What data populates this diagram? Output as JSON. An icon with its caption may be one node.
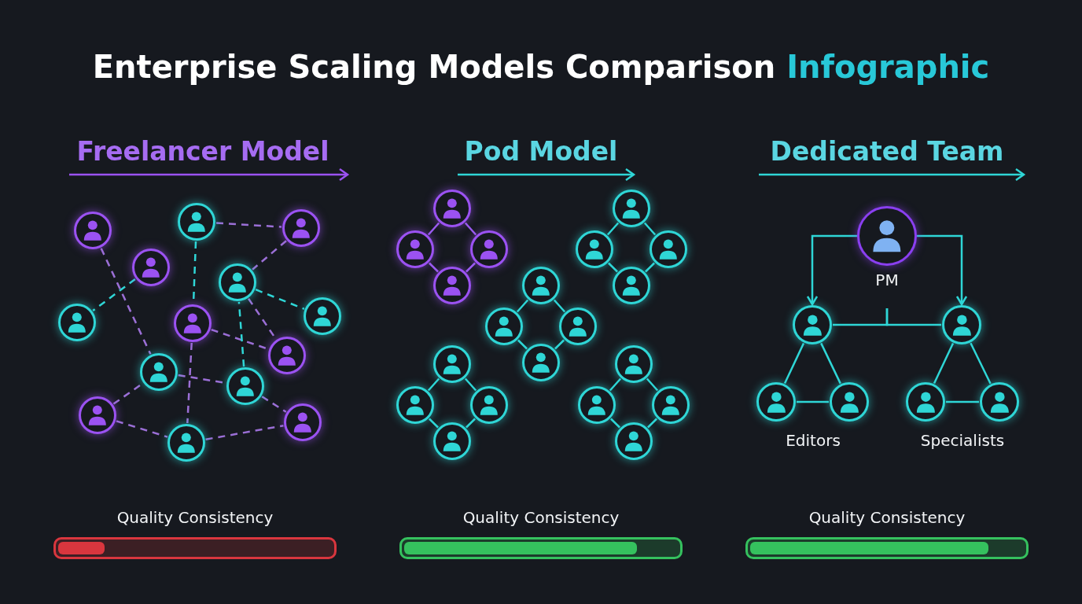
{
  "diagram": {
    "title": "Enterprise Scaling Models Comparison Infographic",
    "nodes": [
      {
        "text": [],
        "shape": "person"
      },
      {
        "text": [],
        "shape": "person"
      },
      {
        "text": [],
        "shape": "person"
      },
      {
        "text": [],
        "shape": "person"
      },
      {
        "text": [],
        "shape": "person"
      },
      {
        "text": [],
        "shape": "person"
      },
      {
        "text": [],
        "shape": "person"
      },
      {
        "text": [],
        "shape": "person"
      },
      {
        "text": [],
        "shape": "person"
      },
      {
        "text": [],
        "shape": "person"
      },
      {
        "text": [],
        "shape": "person"
      },
      {
        "text": [],
        "shape": "person"
      },
      {
        "text": [],
        "shape": "person"
      },
      {
        "text": [],
        "shape": "person"
      },
      {
        "text": [],
        "shape": "person"
      },
      {
        "text": [],
        "shape": "person"
      },
      {
        "text": [],
        "shape": "person"
      },
      {
        "text": [],
        "shape": "person"
      },
      {
        "text": [],
        "shape": "person"
      },
      {
        "text": [],
        "shape": "person"
      },
      {
        "text": [],
        "shape": "person"
      },
      {
        "text": [],
        "shape": "person"
      },
      {
        "text": [],
        "shape": "person"
      },
      {
        "text": [],
        "shape": "person"
      },
      {
        "text": [],
        "shape": "person"
      },
      {
        "text": [],
        "shape": "person"
      },
      {
        "text": [],
        "shape": "person"
      },
      {
        "text": [],
        "shape": "person"
      },
      {
        "text": [],
        "shape": "person"
      },
      {
        "text": [],
        "shape": "person"
      },
      {
        "text": [],
        "shape": "person"
      },
      {
        "text": [],
        "shape": "person"
      },
      {
        "text": [],
        "shape": "person"
      },
      {
        "text": [],
        "shape": "person"
      },
      {
        "text": [
          "PM"
        ]
      },
      {
        "text": [],
        "shape": "person"
      },
      {
        "text": [],
        "shape": "person"
      },
      {
        "text": [],
        "shape": "person"
      },
      {
        "text": [],
        "shape": "person"
      },
      {
        "text": [],
        "shape": "person"
      },
      {
        "text": [],
        "shape": "person"
      }
    ],
    "edges": [
      {
        "from": 1,
        "to": 2,
        "arrow": "none",
        "style": "dashed",
        "color": "#9b6fd6"
      },
      {
        "from": 2,
        "to": 4,
        "arrow": "none",
        "style": "dashed",
        "color": "#9b6fd6"
      },
      {
        "from": 1,
        "to": 6,
        "arrow": "none",
        "style": "dashed"
      },
      {
        "from": 4,
        "to": 7,
        "arrow": "none",
        "style": "dashed"
      },
      {
        "from": 3,
        "to": 5,
        "arrow": "none",
        "style": "dashed"
      },
      {
        "from": 0,
        "to": 9,
        "arrow": "none",
        "style": "dashed",
        "color": "#9b6fd6"
      },
      {
        "from": 6,
        "to": 8,
        "arrow": "none",
        "style": "dashed",
        "color": "#9b6fd6"
      },
      {
        "from": 6,
        "to": 12,
        "arrow": "none",
        "style": "dashed",
        "color": "#9b6fd6"
      },
      {
        "from": 4,
        "to": 8,
        "arrow": "none",
        "style": "dashed",
        "color": "#9b6fd6"
      },
      {
        "from": 10,
        "to": 4,
        "arrow": "none",
        "style": "dashed"
      },
      {
        "from": 10,
        "to": 13,
        "arrow": "none",
        "style": "dashed",
        "color": "#9b6fd6"
      },
      {
        "from": 11,
        "to": 9,
        "arrow": "none",
        "style": "dashed",
        "color": "#9b6fd6"
      },
      {
        "from": 11,
        "to": 12,
        "arrow": "none",
        "style": "dashed",
        "color": "#9b6fd6"
      },
      {
        "from": 12,
        "to": 13,
        "arrow": "none",
        "style": "dashed",
        "color": "#9b6fd6"
      },
      {
        "from": 9,
        "to": 10,
        "arrow": "none",
        "style": "dashed",
        "color": "#9b6fd6"
      },
      {
        "from": 14,
        "to": 15,
        "arrow": "none",
        "color": "#9b5cf0"
      },
      {
        "from": 14,
        "to": 16,
        "arrow": "none",
        "color": "#9b5cf0"
      },
      {
        "from": 15,
        "to": 17,
        "arrow": "none",
        "color": "#9b5cf0"
      },
      {
        "from": 16,
        "to": 17,
        "arrow": "none",
        "color": "#9b5cf0"
      },
      {
        "from": 18,
        "to": 19,
        "arrow": "none"
      },
      {
        "from": 18,
        "to": 20,
        "arrow": "none"
      },
      {
        "from": 19,
        "to": 21,
        "arrow": "none"
      },
      {
        "from": 20,
        "to": 21,
        "arrow": "none"
      },
      {
        "from": 22,
        "to": 23,
        "arrow": "none"
      },
      {
        "from": 22,
        "to": 24,
        "arrow": "none"
      },
      {
        "from": 23,
        "to": 25,
        "arrow": "none"
      },
      {
        "from": 24,
        "to": 25,
        "arrow": "none"
      },
      {
        "from": 26,
        "to": 27,
        "arrow": "none"
      },
      {
        "from": 26,
        "to": 28,
        "arrow": "none"
      },
      {
        "from": 27,
        "to": 29,
        "arrow": "none"
      },
      {
        "from": 28,
        "to": 29,
        "arrow": "none"
      },
      {
        "from": 30,
        "to": 31,
        "arrow": "none"
      },
      {
        "from": 30,
        "to": 32,
        "arrow": "none"
      },
      {
        "from": 31,
        "to": 33,
        "arrow": "none"
      },
      {
        "from": 32,
        "to": 33,
        "arrow": "none"
      },
      {
        "from": 34,
        "to": 35,
        "arrow": "to"
      },
      {
        "from": 34,
        "to": 38,
        "arrow": "to"
      },
      {
        "from": 34,
        "to": 35,
        "arrow": "none"
      },
      {
        "from": 34,
        "to": 38,
        "arrow": "none"
      },
      {
        "from": 35,
        "to": 36,
        "arrow": "none"
      },
      {
        "from": 35,
        "to": 37,
        "arrow": "none"
      },
      {
        "from": 36,
        "to": 37,
        "arrow": "none"
      },
      {
        "from": 38,
        "to": 39,
        "arrow": "none"
      },
      {
        "from": 38,
        "to": 40,
        "arrow": "none"
      },
      {
        "from": 39,
        "to": 40,
        "arrow": "none"
      }
    ],
    "labels": [
      "Freelancer Model",
      "Pod Model",
      "Dedicated Team",
      "Editors",
      "Specialists",
      "Quality Consistency",
      "Quality Consistency",
      "Quality Consistency"
    ]
  }
}
